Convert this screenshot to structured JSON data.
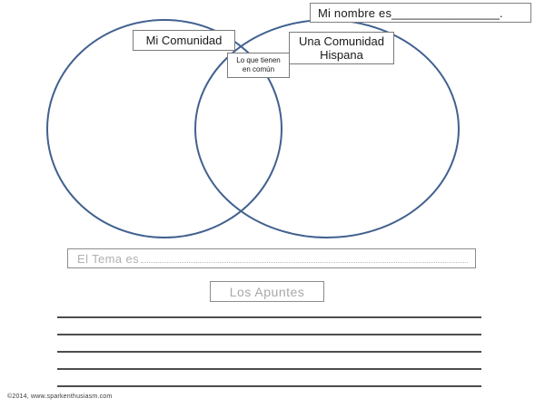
{
  "worksheet": {
    "name_field": {
      "label": "Mi nombre es________________."
    },
    "venn": {
      "left_label": "Mi Comunidad",
      "right_label_line1": "Una Comunidad",
      "right_label_line2": "Hispana",
      "middle_label_line1": "Lo que tienen",
      "middle_label_line2": "en común",
      "circle_color": "#41618f",
      "circle_stroke_width": 2
    },
    "theme": {
      "label": "El Tema es",
      "text_color": "#b0b0b0"
    },
    "notes": {
      "label": "Los Apuntes",
      "text_color": "#a8a8a8",
      "line_count": 5
    },
    "footer": {
      "copyright": "©2014, www.sparkenthusiasm.com"
    }
  }
}
